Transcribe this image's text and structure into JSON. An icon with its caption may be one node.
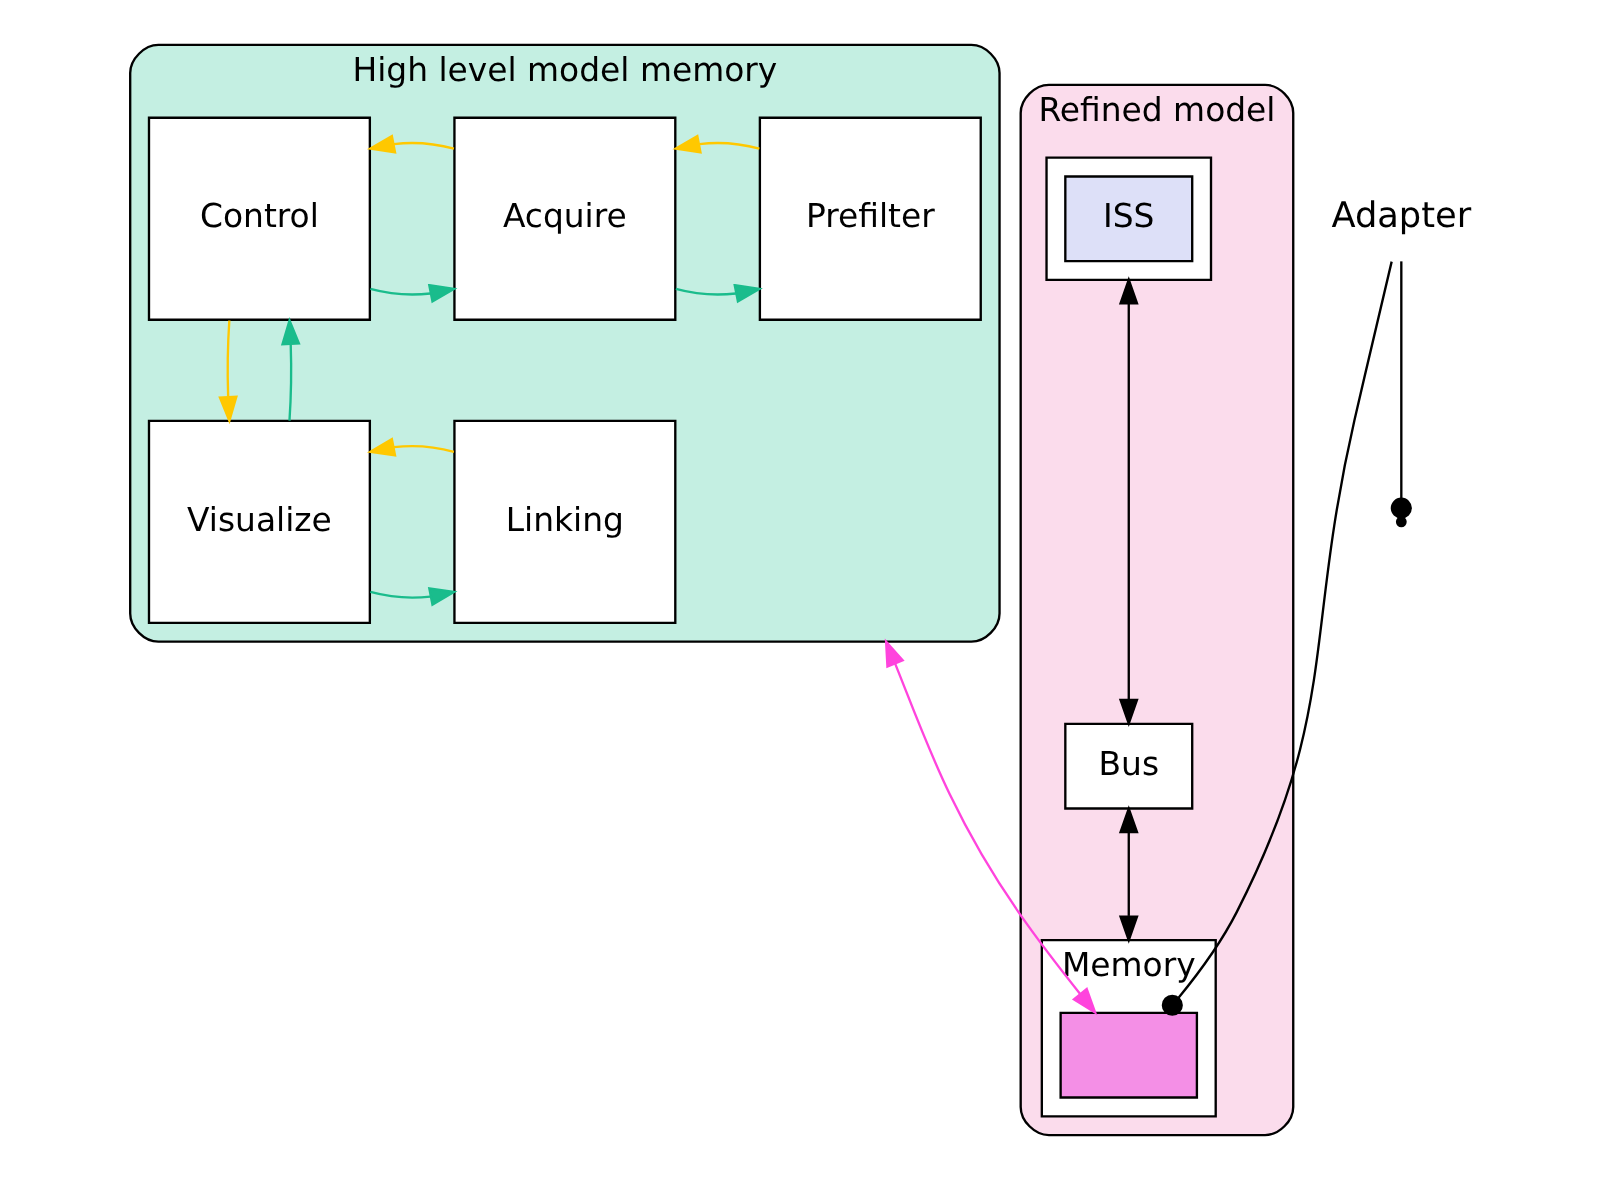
{
  "diagram": {
    "nodes": [
      {
        "text": [
          "High level model memory"
        ]
      },
      {
        "text": [
          "Control"
        ],
        "in": 0
      },
      {
        "text": [
          "Acquire"
        ],
        "in": 0
      },
      {
        "text": [
          "Prefilter"
        ],
        "in": 0
      },
      {
        "text": [
          "Visualize"
        ],
        "in": 0
      },
      {
        "text": [
          "Linking"
        ],
        "in": 0
      },
      {
        "text": [
          "Refined model"
        ]
      },
      {
        "text": [],
        "shape": "box",
        "in": 6
      },
      {
        "text": [
          "ISS"
        ],
        "in": 7
      },
      {
        "text": [
          "Bus"
        ],
        "in": 6
      },
      {
        "text": [
          "Memory"
        ],
        "in": 6
      },
      {
        "text": [],
        "shape": "box",
        "in": 10
      },
      {
        "text": [
          "Adapter"
        ]
      }
    ],
    "edges": [
      {
        "from": 1,
        "to": 2,
        "arrow": "to",
        "color": "#1abc8c"
      },
      {
        "from": 2,
        "to": 1,
        "arrow": "to",
        "color": "#ffc800"
      },
      {
        "from": 2,
        "to": 3,
        "arrow": "to",
        "color": "#1abc8c"
      },
      {
        "from": 3,
        "to": 2,
        "arrow": "to",
        "color": "#ffc800"
      },
      {
        "from": 4,
        "to": 1,
        "arrow": "to",
        "color": "#1abc8c"
      },
      {
        "from": 1,
        "to": 4,
        "arrow": "to",
        "color": "#ffc800"
      },
      {
        "from": 4,
        "to": 5,
        "arrow": "to",
        "color": "#1abc8c"
      },
      {
        "from": 5,
        "to": 4,
        "arrow": "to",
        "color": "#ffc800"
      },
      {
        "from": 7,
        "to": 9,
        "arrow": "both",
        "color": "#000000"
      },
      {
        "from": 9,
        "to": 10,
        "arrow": "both",
        "color": "#000000"
      },
      {
        "from": 11,
        "to": 0,
        "arrow": "both",
        "color": "#ff44dd"
      },
      {
        "from": 12,
        "to": null,
        "arrow": "other",
        "color": "#000000"
      },
      {
        "from": 12,
        "to": 11,
        "arrow": "other",
        "color": "#000000"
      }
    ]
  }
}
